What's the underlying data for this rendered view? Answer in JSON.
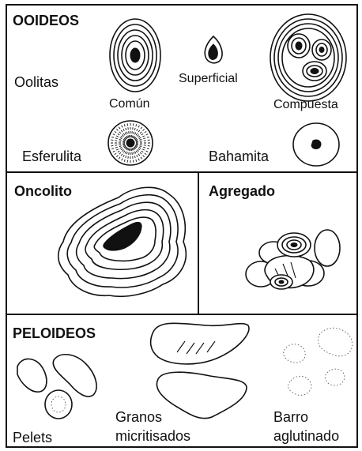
{
  "sections": {
    "ooideos": {
      "title": "OOIDEOS",
      "oolitas": "Oolitas",
      "comun": "Común",
      "superficial": "Superficial",
      "compuesta": "Compuesta",
      "esferulita": "Esferulita",
      "bahamita": "Bahamita"
    },
    "oncolito": {
      "title": "Oncolito"
    },
    "agregado": {
      "title": "Agregado"
    },
    "peloideos": {
      "title": "PELOIDEOS",
      "pelets": "Pelets",
      "granos_line1": "Granos",
      "granos_line2": "micritisados",
      "barro_line1": "Barro",
      "barro_line2": "aglutinado"
    }
  }
}
